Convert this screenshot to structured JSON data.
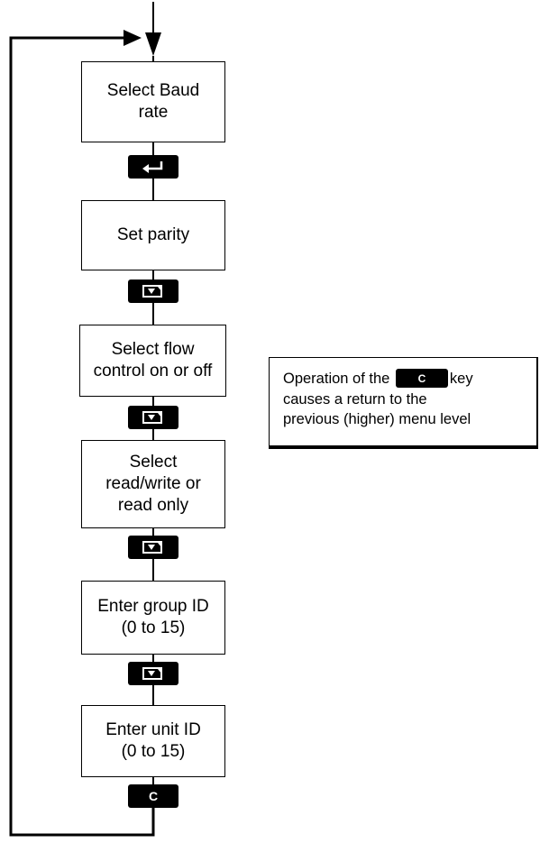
{
  "steps": [
    {
      "id": "baud",
      "label": "Select Baud\nrate"
    },
    {
      "id": "parity",
      "label": "Set parity"
    },
    {
      "id": "flow",
      "label": "Select flow\ncontrol on or off"
    },
    {
      "id": "rw",
      "label": "Select\nread/write or\nread only"
    },
    {
      "id": "group",
      "label": "Enter group ID\n(0 to 15)"
    },
    {
      "id": "unit",
      "label": "Enter unit ID\n(0 to 15)"
    }
  ],
  "keys": [
    {
      "id": "enter",
      "icon": "enter-key-icon",
      "label": ""
    },
    {
      "id": "down1",
      "icon": "down-scroll-key-icon",
      "label": ""
    },
    {
      "id": "down2",
      "icon": "down-scroll-key-icon",
      "label": ""
    },
    {
      "id": "down3",
      "icon": "down-scroll-key-icon",
      "label": ""
    },
    {
      "id": "down4",
      "icon": "down-scroll-key-icon",
      "label": ""
    },
    {
      "id": "cancel",
      "icon": "c-key-icon",
      "label": "C"
    }
  ],
  "note": {
    "line1_before": "Operation of the",
    "key_label": "C",
    "line1_after": "key",
    "line2": "causes a return to the",
    "line3": "previous (higher) menu level"
  }
}
